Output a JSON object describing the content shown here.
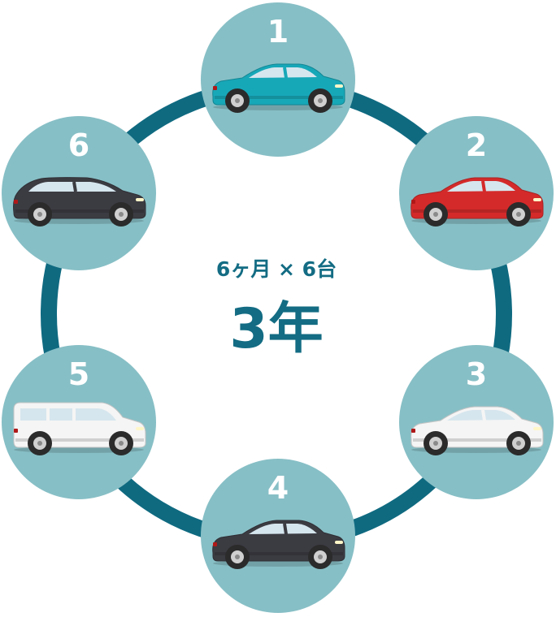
{
  "center": {
    "subtitle": "6ヶ月 × 6台",
    "title": "3年"
  },
  "colors": {
    "ring": "#0f6a80",
    "node_fill": "#87bfc6",
    "text": "#136c83",
    "tire": "#2b2b2b",
    "hub": "#d0d0d0",
    "window": "#d6e6ee"
  },
  "nodes": [
    {
      "label": "1",
      "car": {
        "type": "sedan",
        "color": "#17a8b8"
      }
    },
    {
      "label": "2",
      "car": {
        "type": "sedan",
        "color": "#d42a2a"
      }
    },
    {
      "label": "3",
      "car": {
        "type": "sedan",
        "color": "#f5f5f5"
      }
    },
    {
      "label": "4",
      "car": {
        "type": "sedan",
        "color": "#3b3b42"
      }
    },
    {
      "label": "5",
      "car": {
        "type": "minivan",
        "color": "#f5f5f5"
      }
    },
    {
      "label": "6",
      "car": {
        "type": "hatchback",
        "color": "#3b3b42"
      }
    }
  ]
}
